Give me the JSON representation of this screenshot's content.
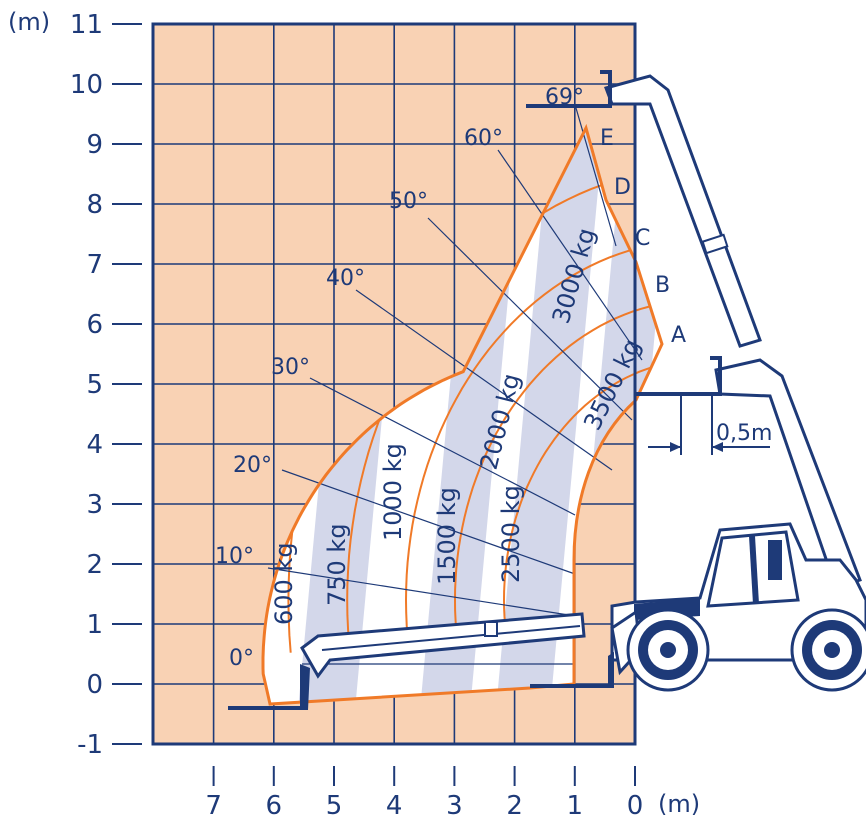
{
  "colors": {
    "grid_fill": "#f9d2b4",
    "grid_line": "#1e3a78",
    "arc": "#f07a28",
    "band": "#d3d7ea",
    "ink": "#1e3a78",
    "boom": "#1e3a78"
  },
  "y_axis": {
    "unit_label": "(m)",
    "ticks": [
      "11",
      "10",
      "9",
      "8",
      "7",
      "6",
      "5",
      "4",
      "3",
      "2",
      "1",
      "0",
      "-1"
    ]
  },
  "x_axis": {
    "unit_label": "(m)",
    "ticks": [
      "7",
      "6",
      "5",
      "4",
      "3",
      "2",
      "1",
      "0"
    ]
  },
  "angles": [
    "0°",
    "10°",
    "20°",
    "30°",
    "40°",
    "50°",
    "60°",
    "69°"
  ],
  "boom_positions": [
    "A",
    "B",
    "C",
    "D",
    "E"
  ],
  "load_zones": [
    "600 kg",
    "750 kg",
    "1000 kg",
    "1500 kg",
    "2000 kg",
    "2500 kg",
    "3000 kg",
    "3500 kg"
  ],
  "dimension_label": "0,5m",
  "chart_data": {
    "type": "load_chart",
    "x_unit": "m",
    "y_unit": "m",
    "xlim": [
      0,
      8
    ],
    "ylim": [
      -1,
      11
    ],
    "max_angle_deg": 69,
    "angle_lines_deg": [
      0,
      10,
      20,
      30,
      40,
      50,
      60,
      69
    ],
    "load_zones_kg": [
      600,
      750,
      1000,
      1500,
      2000,
      2500,
      3000,
      3500
    ],
    "boom_positions": [
      "A",
      "B",
      "C",
      "D",
      "E"
    ]
  }
}
